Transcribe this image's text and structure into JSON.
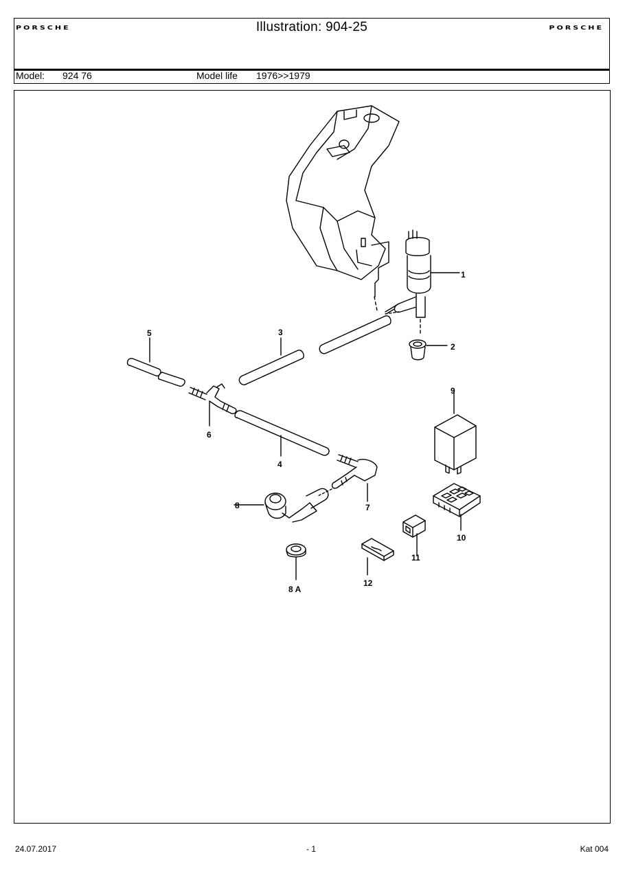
{
  "header": {
    "brand_left": "PORSCHE",
    "brand_right": "PORSCHE",
    "title": "Illustration: 904-25",
    "model_label": "Model:",
    "model_value": "924 76",
    "model_life_label": "Model life",
    "model_life_value": "1976>>1979"
  },
  "callouts": {
    "c1": "1",
    "c2": "2",
    "c3": "3",
    "c4": "4",
    "c5": "5",
    "c6": "6",
    "c7": "7",
    "c8": "8",
    "c8a": "8 A",
    "c9": "9",
    "c10": "10",
    "c11": "11",
    "c12": "12"
  },
  "footer": {
    "date": "24.07.2017",
    "page": "- 1",
    "catalog": "Kat 004"
  }
}
